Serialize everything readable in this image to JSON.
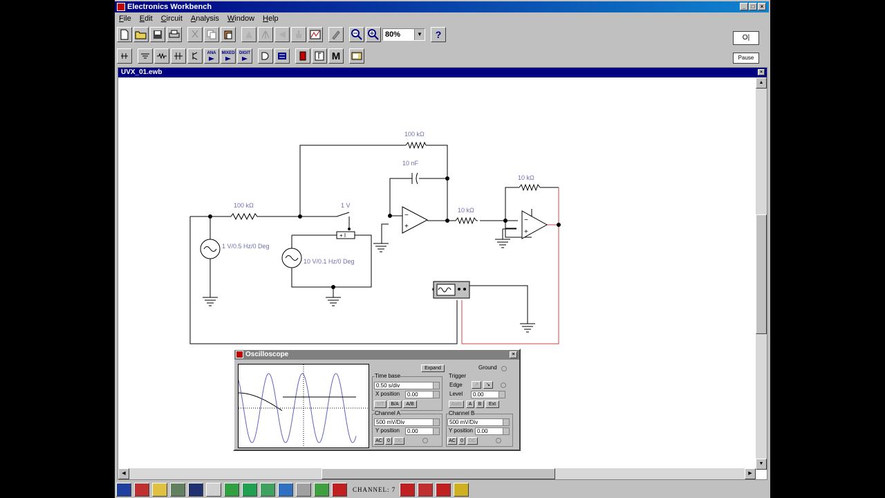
{
  "window": {
    "title": "Electronics Workbench",
    "btn_min": "_",
    "btn_max": "□",
    "btn_close": "×"
  },
  "menu": [
    "File",
    "Edit",
    "Circuit",
    "Analysis",
    "Window",
    "Help"
  ],
  "toolbar": {
    "zoom_value": "80%",
    "help_label": "?"
  },
  "parts_bin": [
    "ANA",
    "MIXED",
    "DIGIT"
  ],
  "power": {
    "label": "O|",
    "pause_label": "Pause"
  },
  "document": {
    "title": "UVX_01.ewb"
  },
  "circuit": {
    "labels": {
      "r_feedback_top": "100 kΩ",
      "c_feedback": "10 nF",
      "r_input": "100 kΩ",
      "switch_label": "1 V",
      "r_stage2_in": "10 kΩ",
      "r_stage2_fb": "10 kΩ",
      "source1": "1 V/0.5 Hz/0 Deg",
      "source2": "10 V/0.1 Hz/0 Deg"
    },
    "colors": {
      "wire": "#000000",
      "channel_b_wire": "#d04040",
      "component_label": "#7070b0"
    }
  },
  "oscilloscope": {
    "title": "Oscilloscope",
    "expand_label": "Expand",
    "ground_label": "Ground",
    "time_base": {
      "label": "Time base",
      "value": "0.50 s/div",
      "x_position_label": "X position",
      "x_position": "0.00",
      "modes": [
        "Y/T",
        "B/A",
        "A/B"
      ]
    },
    "trigger": {
      "label": "Trigger",
      "edge_label": "Edge",
      "level_label": "Level",
      "level": "0.00",
      "edge_buttons": [
        "↗",
        "↘"
      ],
      "sources": [
        "Auto",
        "A",
        "B",
        "Ext"
      ]
    },
    "channel_a": {
      "label": "Channel A",
      "scale": "500 mV/Div",
      "y_position_label": "Y position",
      "y_position": "0.00",
      "coupling": [
        "AC",
        "0",
        "DC"
      ]
    },
    "channel_b": {
      "label": "Channel B",
      "scale": "500 mV/Div",
      "y_position_label": "Y position",
      "y_position": "0.00",
      "coupling": [
        "AC",
        "0",
        "DC"
      ]
    },
    "trace_color": "#6060c0"
  },
  "statusbar": {
    "channel_text": "CHANNEL: 7"
  }
}
